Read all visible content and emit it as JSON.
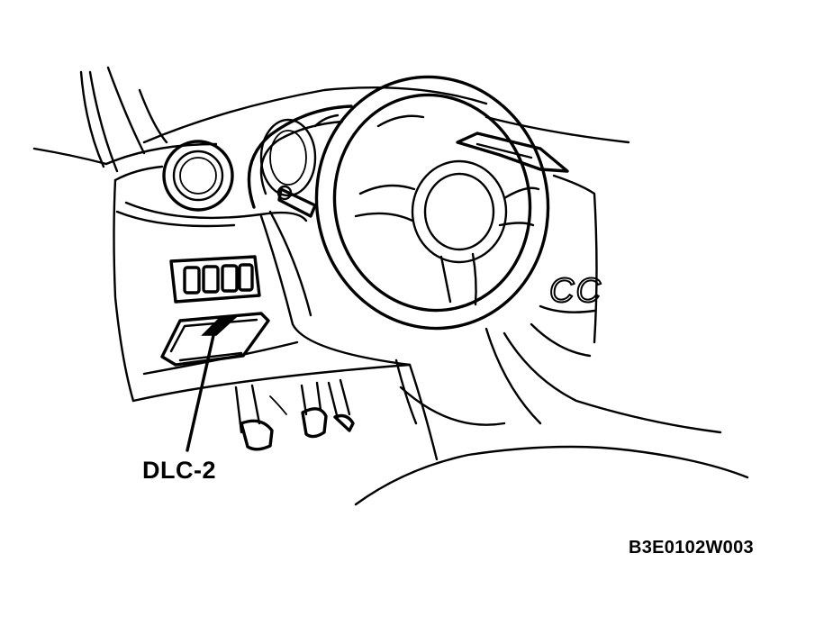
{
  "diagram": {
    "callout_label": "DLC-2",
    "cc_marking": "CC",
    "figure_code": "B3E0102W003"
  },
  "colors": {
    "line": "#000000",
    "background": "#ffffff"
  }
}
